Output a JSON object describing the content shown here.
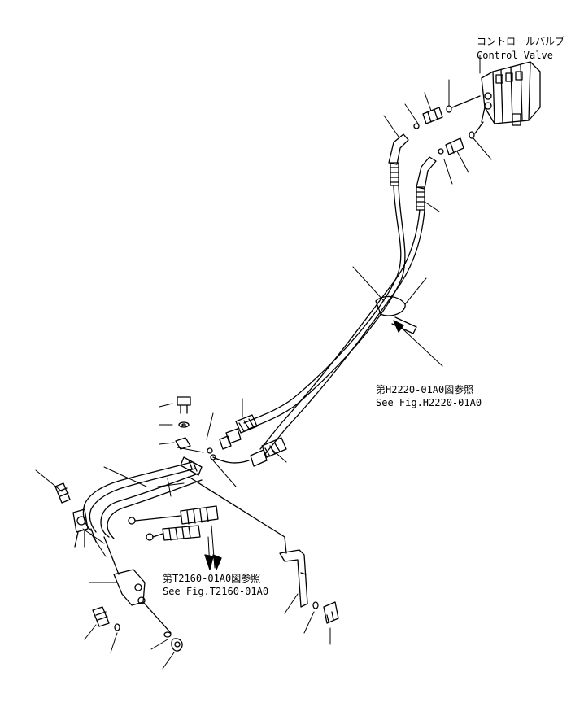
{
  "labels": {
    "control_valve_jp": "コントロールバルブ",
    "control_valve_en": "Control Valve",
    "ref_h2220_jp": "第H2220-01A0図参照",
    "ref_h2220_en": "See Fig.H2220-01A0",
    "ref_t2160_jp": "第T2160-01A0図参照",
    "ref_t2160_en": "See Fig.T2160-01A0"
  },
  "colors": {
    "line": "#000000",
    "background": "#ffffff"
  }
}
